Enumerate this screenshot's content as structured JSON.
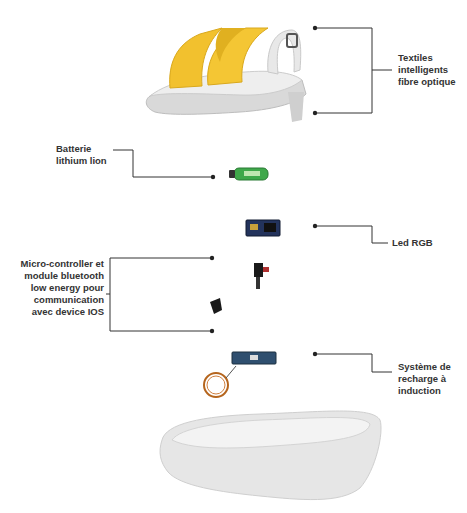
{
  "diagram": {
    "labels": [
      "Textiles intelligents fibre optique",
      "Batterie lithium lion",
      "Led RGB",
      "Micro-controller et module bluetooth low energy pour communication avec device IOS",
      "Système de recharge à induction"
    ]
  }
}
